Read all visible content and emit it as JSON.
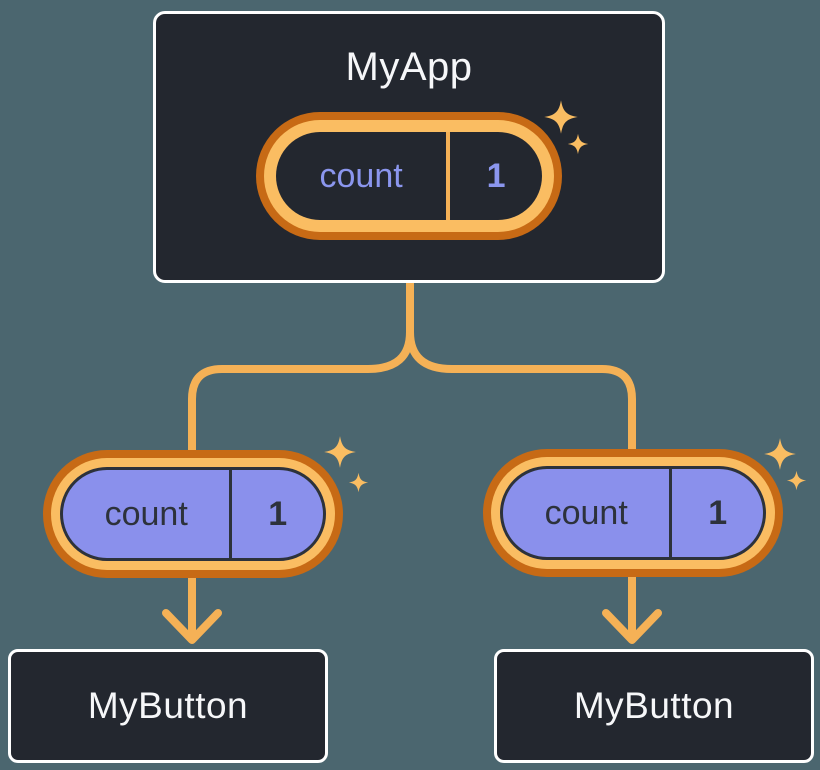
{
  "canvas": {
    "background": "#4B666F"
  },
  "palette": {
    "card_background": "#23272F",
    "card_border": "#FFFFFF",
    "orange_dark_ring": "#C76A15",
    "orange_light_ring": "#FABD62",
    "connector_orange": "#F5B156",
    "sparkle_orange": "#FABD62",
    "purple_pill_fill": "#8A90EC",
    "purple_state_text": "#8B96EE",
    "dark_pill_text": "#2D323B",
    "white_text": "#F6F7F9"
  },
  "root_component": {
    "title": "MyApp",
    "state_pill": {
      "key": "count",
      "value": "1"
    }
  },
  "child_components": [
    {
      "title": "MyButton",
      "prop_pill": {
        "key": "count",
        "value": "1"
      }
    },
    {
      "title": "MyButton",
      "prop_pill": {
        "key": "count",
        "value": "1"
      }
    }
  ],
  "edges": [
    {
      "from": "MyApp",
      "to": "MyButton",
      "side": "left",
      "type": "arrow"
    },
    {
      "from": "MyApp",
      "to": "MyButton",
      "side": "right",
      "type": "arrow"
    }
  ],
  "icons": {
    "sparkle": "four-point-star-sparkle",
    "arrow": "chevron-arrow-down"
  }
}
